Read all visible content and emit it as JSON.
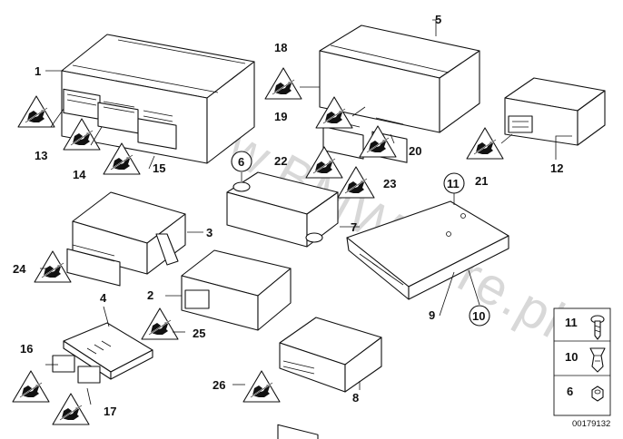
{
  "diagram": {
    "watermark": "www.BMWstore.pl",
    "ref_number": "00179132",
    "callouts": {
      "c1": "1",
      "c2": "2",
      "c3": "3",
      "c4": "4",
      "c5": "5",
      "c6": "6",
      "c7": "7",
      "c8": "8",
      "c9": "9",
      "c10": "10",
      "c11": "11",
      "c12": "12",
      "c13": "13",
      "c14": "14",
      "c15": "15",
      "c16": "16",
      "c17": "17",
      "c18": "18",
      "c19": "19",
      "c20": "20",
      "c21": "21",
      "c22": "22",
      "c23": "23",
      "c24": "24",
      "c25": "25",
      "c26": "26"
    },
    "legend": {
      "l11": "11",
      "l10": "10",
      "l6": "6"
    }
  }
}
